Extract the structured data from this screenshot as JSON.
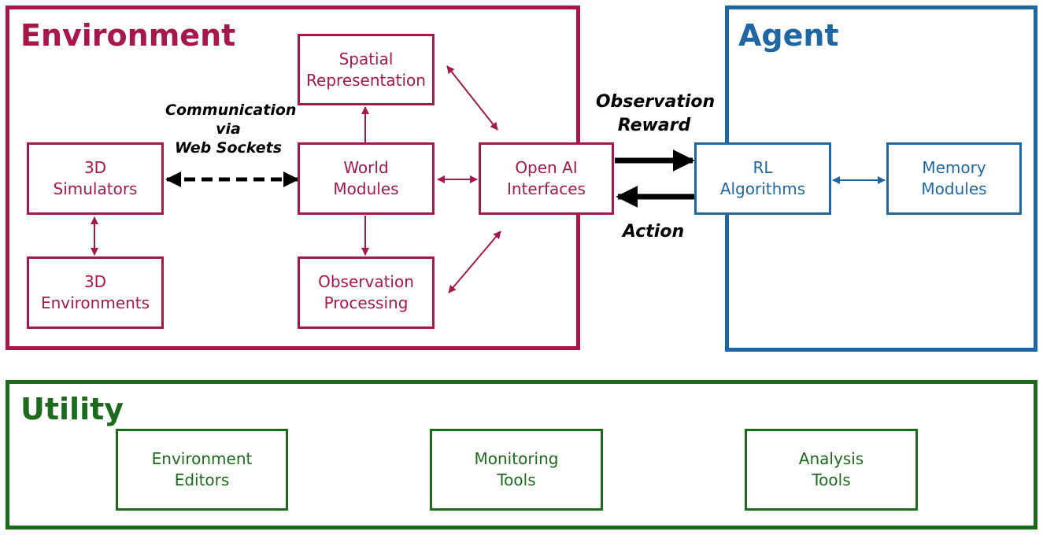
{
  "environment": {
    "title": "Environment",
    "color": "#a8174a",
    "boxes": {
      "spatial": [
        "Spatial",
        "Representation"
      ],
      "simulators": [
        "3D",
        "Simulators"
      ],
      "world": [
        "World",
        "Modules"
      ],
      "openai": [
        "Open AI",
        "Interfaces"
      ],
      "environments": [
        "3D",
        "Environments"
      ],
      "observation": [
        "Observation",
        "Processing"
      ]
    },
    "communication_label": [
      "Communication",
      "via",
      "Web Sockets"
    ]
  },
  "agent": {
    "title": "Agent",
    "color": "#1f67a2",
    "boxes": {
      "rl": [
        "RL",
        "Algorithms"
      ],
      "memory": [
        "Memory",
        "Modules"
      ]
    }
  },
  "utility": {
    "title": "Utility",
    "color": "#1c6b1c",
    "boxes": {
      "editors": [
        "Environment",
        "Editors"
      ],
      "monitoring": [
        "Monitoring",
        "Tools"
      ],
      "analysis": [
        "Analysis",
        "Tools"
      ]
    }
  },
  "flow_labels": {
    "observation": "Observation",
    "reward": "Reward",
    "action": "Action"
  }
}
